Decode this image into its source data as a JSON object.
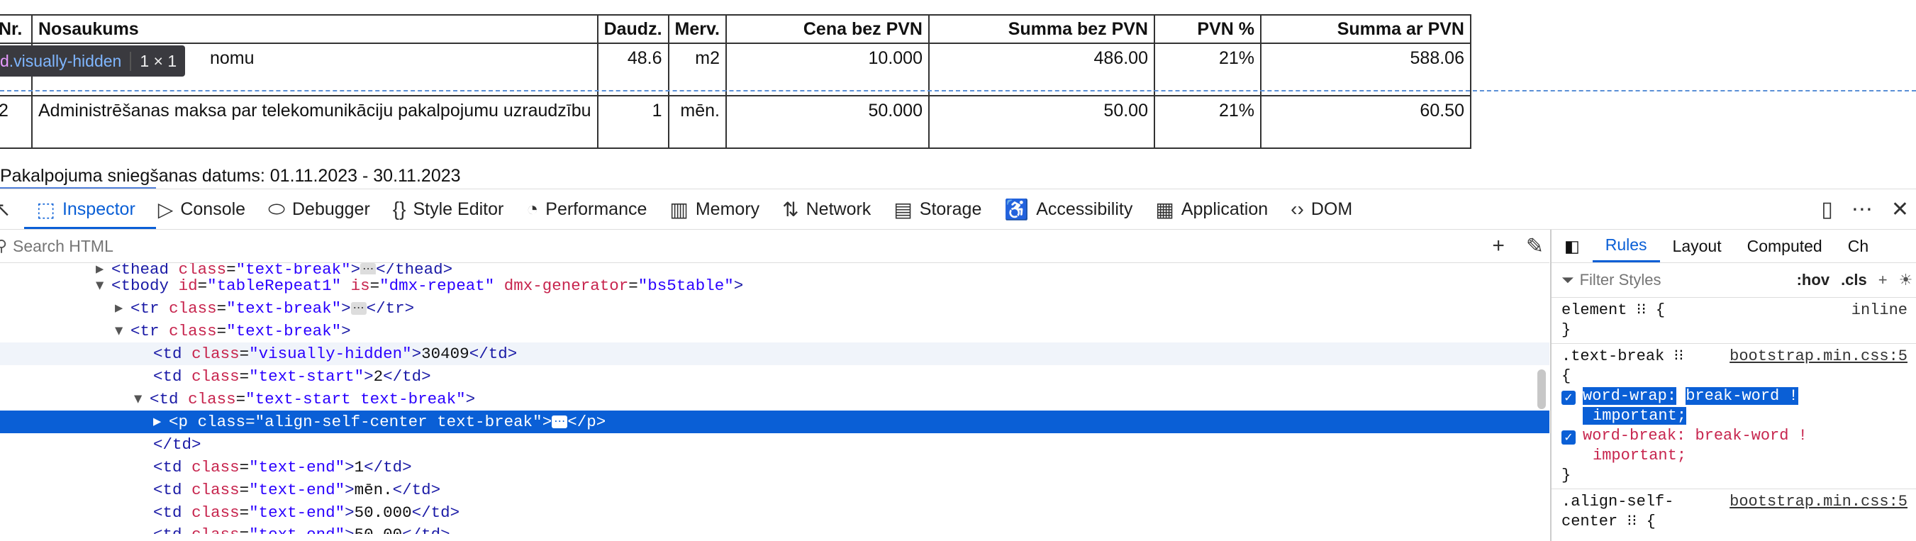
{
  "invoice_table": {
    "headers": [
      "Nr.",
      "Nosaukums",
      "Daudz.",
      "Merv.",
      "Cena bez PVN",
      "Summa bez PVN",
      "PVN %",
      "Summa ar PVN"
    ],
    "rows": [
      {
        "nr": "",
        "name": "nomu",
        "qty": "48.6",
        "unit": "m2",
        "price": "10.000",
        "sum": "486.00",
        "vat": "21%",
        "total": "588.06"
      },
      {
        "nr": "2",
        "name": "Administrēšanas maksa par telekomunikāciju pakalpojumu uzraudzību",
        "qty": "1",
        "unit": "mēn.",
        "price": "50.000",
        "sum": "50.00",
        "vat": "21%",
        "total": "60.50"
      }
    ]
  },
  "tooltip": {
    "selector_prefix": "d",
    "selector": ".visually-hidden",
    "size": "1 × 1"
  },
  "service_date": "Pakalpojuma sniegšanas datums: 01.11.2023 - 30.11.2023",
  "devtools": {
    "tabs": [
      {
        "label": "Inspector",
        "icon": "inspector-icon",
        "glyph": "⬚"
      },
      {
        "label": "Console",
        "icon": "console-icon",
        "glyph": "▷"
      },
      {
        "label": "Debugger",
        "icon": "debugger-icon",
        "glyph": "⬭"
      },
      {
        "label": "Style Editor",
        "icon": "style-editor-icon",
        "glyph": "{}"
      },
      {
        "label": "Performance",
        "icon": "performance-icon",
        "glyph": "◔"
      },
      {
        "label": "Memory",
        "icon": "memory-icon",
        "glyph": "▥"
      },
      {
        "label": "Network",
        "icon": "network-icon",
        "glyph": "⇅"
      },
      {
        "label": "Storage",
        "icon": "storage-icon",
        "glyph": "▤"
      },
      {
        "label": "Accessibility",
        "icon": "accessibility-icon",
        "glyph": "♿"
      },
      {
        "label": "Application",
        "icon": "application-icon",
        "glyph": "▦"
      },
      {
        "label": "DOM",
        "icon": "dom-icon",
        "glyph": "‹›"
      }
    ],
    "search_placeholder": "Search HTML",
    "rules_tabs": [
      "Rules",
      "Layout",
      "Computed",
      "Ch"
    ],
    "filter_placeholder": "Filter Styles",
    "hov": ":hov",
    "cls": ".cls",
    "rules": {
      "element_selector": "element",
      "inline": "inline",
      "text_break_selector": ".text-break",
      "text_break_src": "bootstrap.min.css:5",
      "decl1_prop": "word-wrap:",
      "decl1_val": "break-word !",
      "decl1_imp": "important;",
      "decl2_prop": "word-break:",
      "decl2_val": "break-word !",
      "decl2_imp": "important;",
      "align_selector": ".align-self-",
      "align_selector2": "center",
      "align_src": "bootstrap.min.css:5"
    }
  }
}
